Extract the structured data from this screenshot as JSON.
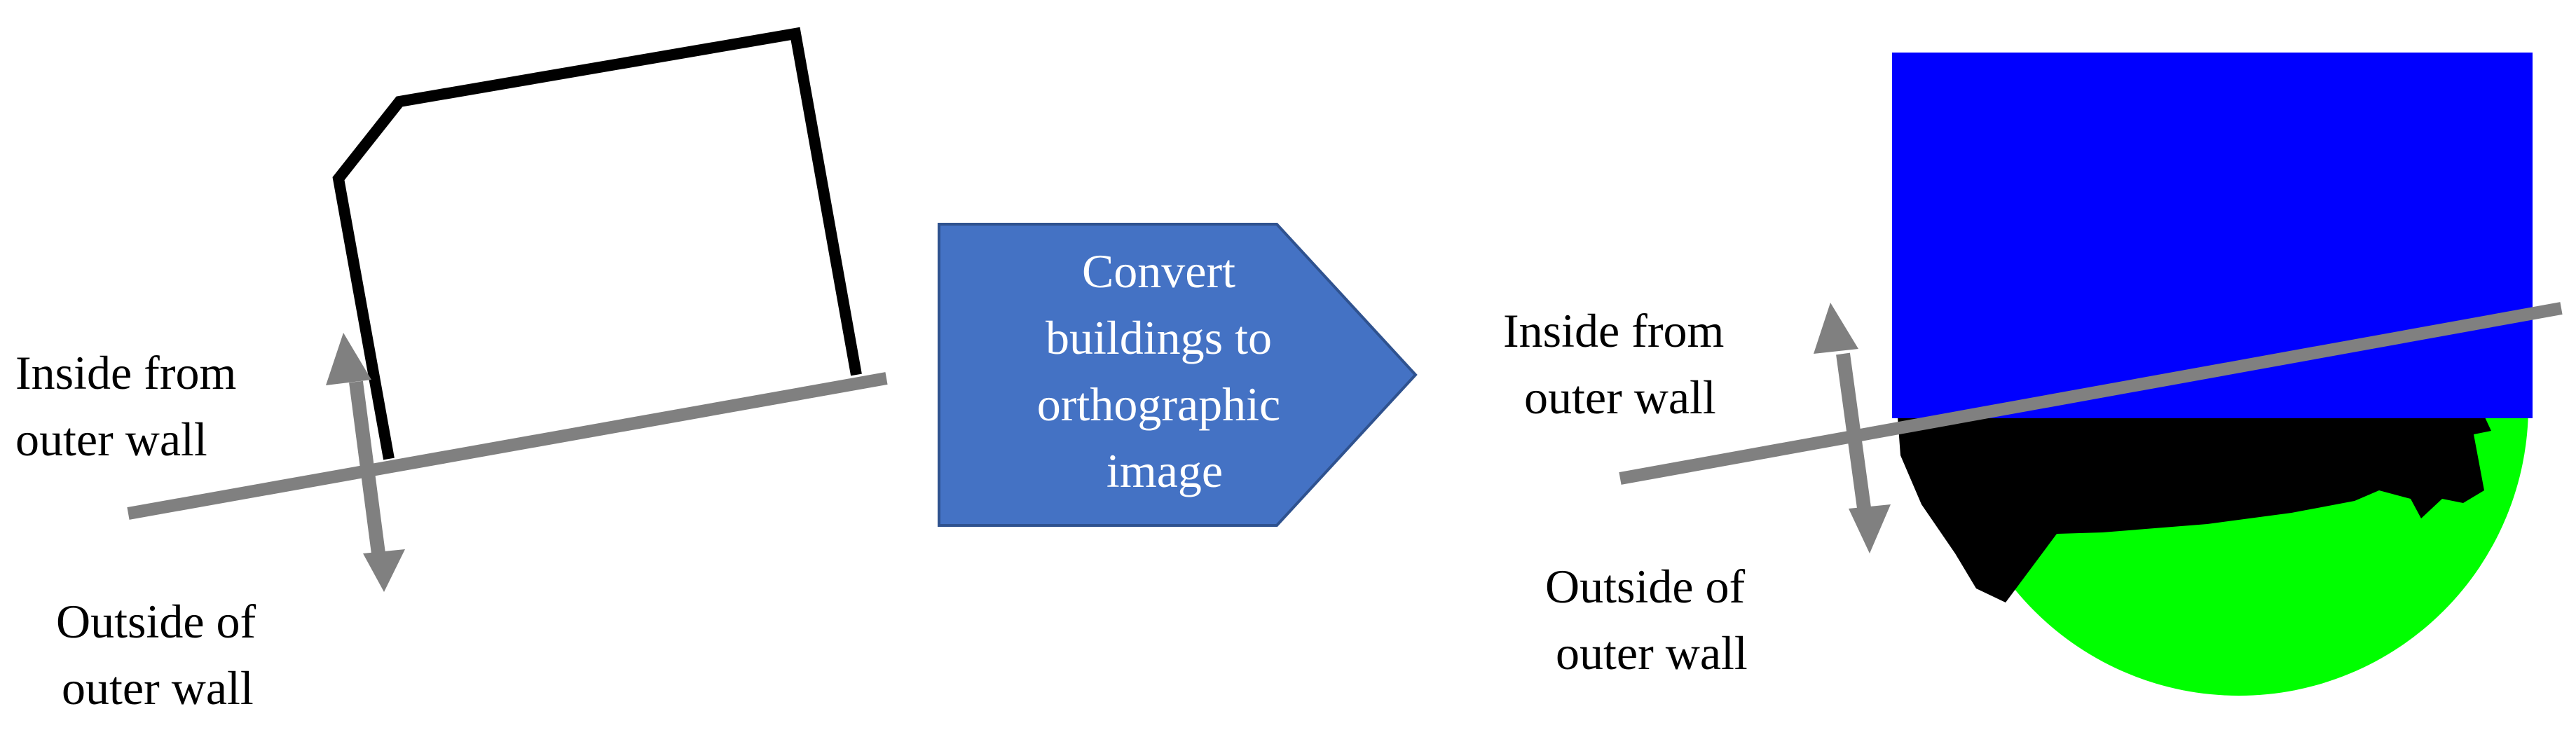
{
  "left_panel": {
    "inside_label": [
      "Inside from",
      "outer wall"
    ],
    "outside_label": [
      "Outside of",
      "outer wall"
    ]
  },
  "process_arrow": {
    "text": [
      "Convert",
      "buildings to",
      "orthographic",
      "image"
    ]
  },
  "right_panel": {
    "inside_label": [
      "Inside from",
      "outer wall"
    ],
    "outside_label": [
      "Outside of",
      "outer wall"
    ]
  },
  "colors": {
    "building_outline": "#000000",
    "wall_line": "#808080",
    "double_arrow": "#808080",
    "process_arrow_fill": "#4472c4",
    "process_arrow_stroke": "#2f528f",
    "inside_region": "#0000ff",
    "outside_region": "#00ff00",
    "building_mask": "#000000",
    "text": "#000000",
    "arrow_text": "#ffffff"
  }
}
